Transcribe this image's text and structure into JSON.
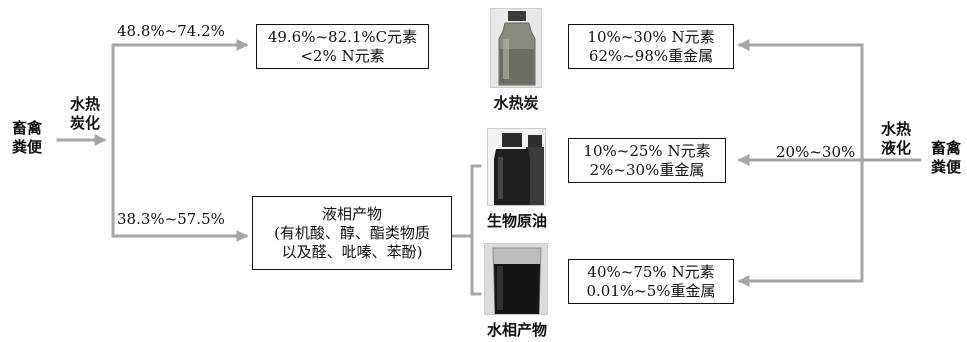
{
  "left": {
    "source": "畜禽\n粪便",
    "process": "水热\n炭化",
    "upper_yield": "48.8%~74.2%",
    "lower_yield": "38.3%~57.5%",
    "hydrochar_box": [
      "49.6%~82.1%C元素",
      "<2% N元素"
    ],
    "liquid_box": [
      "液相产物",
      "(有机酸、醇、酯类物质",
      "以及醛、吡嗪、苯酚)"
    ]
  },
  "center": {
    "photos": [
      {
        "caption": "水热炭",
        "icon": "hydrochar-bottle-icon"
      },
      {
        "caption": "生物原油",
        "icon": "bio-crude-bottles-icon"
      },
      {
        "caption": "水相产物",
        "icon": "aqueous-product-beaker-icon"
      }
    ]
  },
  "right": {
    "source": "畜禽\n粪便",
    "process": "水热\n液化",
    "yield": "20%~30%",
    "boxes": [
      [
        "10%~30% N元素",
        "62%~98%重金属"
      ],
      [
        "10%~25% N元素",
        "2%~30%重金属"
      ],
      [
        "40%~75% N元素",
        "0.01%~5%重金属"
      ]
    ]
  },
  "colors": {
    "arrow": "#a6a6a6",
    "border": "#111111"
  }
}
